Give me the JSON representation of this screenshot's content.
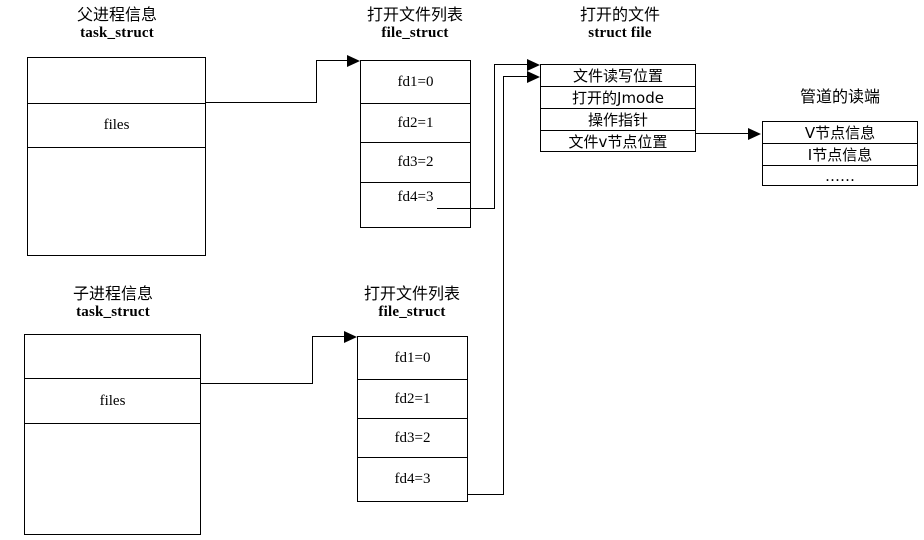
{
  "diagram": {
    "title_parent": {
      "cn": "父进程信息",
      "en": "task_struct"
    },
    "title_child": {
      "cn": "子进程信息",
      "en": "task_struct"
    },
    "title_fdlist_top": {
      "cn": "打开文件列表",
      "en": "file_struct"
    },
    "title_fdlist_bottom": {
      "cn": "打开文件列表",
      "en": "file_struct"
    },
    "title_openfile": {
      "cn": "打开的文件",
      "en": "struct file"
    },
    "title_pipe": {
      "cn": "管道的读端",
      "en": ""
    }
  },
  "parent_task_struct": {
    "rows": [
      {
        "label": "",
        "type": "blank"
      },
      {
        "label": "files",
        "type": "en"
      },
      {
        "label": "",
        "type": "blank"
      }
    ]
  },
  "child_task_struct": {
    "rows": [
      {
        "label": "",
        "type": "blank"
      },
      {
        "label": "files",
        "type": "en"
      },
      {
        "label": "",
        "type": "blank"
      }
    ]
  },
  "fd_table_top": {
    "rows": [
      "fd1=0",
      "fd2=1",
      "fd3=2",
      "fd4=3"
    ]
  },
  "fd_table_bottom": {
    "rows": [
      "fd1=0",
      "fd2=1",
      "fd3=2",
      "fd4=3"
    ]
  },
  "struct_file": {
    "rows": [
      "文件读写位置",
      "打开的Jmode",
      "操作指针",
      "文件v节点位置"
    ]
  },
  "pipe_read_end": {
    "rows": [
      "V节点信息",
      "I节点信息",
      "……"
    ]
  },
  "colors": {
    "stroke": "#000000",
    "background": "#ffffff",
    "text": "#000000"
  }
}
